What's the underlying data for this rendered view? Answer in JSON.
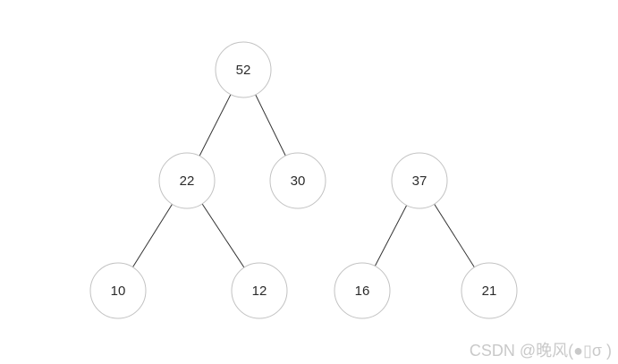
{
  "diagram": {
    "description": "Two binary trees of numbered nodes",
    "trees": [
      {
        "name": "tree-1",
        "root": "52",
        "nodes": [
          {
            "value": "52"
          },
          {
            "value": "22"
          },
          {
            "value": "30"
          },
          {
            "value": "10"
          },
          {
            "value": "12"
          }
        ],
        "edges": [
          {
            "from": "52",
            "to": "22"
          },
          {
            "from": "52",
            "to": "30"
          },
          {
            "from": "22",
            "to": "10"
          },
          {
            "from": "22",
            "to": "12"
          }
        ]
      },
      {
        "name": "tree-2",
        "root": "37",
        "nodes": [
          {
            "value": "37"
          },
          {
            "value": "16"
          },
          {
            "value": "21"
          }
        ],
        "edges": [
          {
            "from": "37",
            "to": "16"
          },
          {
            "from": "37",
            "to": "21"
          }
        ]
      }
    ]
  },
  "watermark": {
    "text": "CSDN @晚风(●▯σ )"
  },
  "colors": {
    "background": "#ffffff",
    "node_fill": "#ffffff",
    "node_border": "#c2c2c2",
    "edge": "#333333",
    "node_text": "#2b2b2b",
    "watermark": "#c9c9c9"
  }
}
